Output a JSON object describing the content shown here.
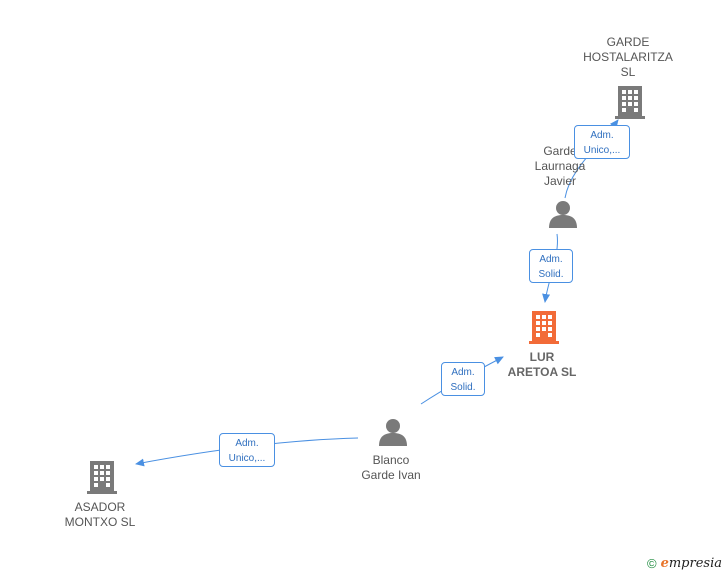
{
  "nodes": {
    "garde_hostalaritza": {
      "label": "GARDE\nHOSTALARITZA\nSL",
      "type": "company",
      "color": "#7a7a7a"
    },
    "garde_laurnaga": {
      "label": "Garde\nLaurnaga\nJavier",
      "type": "person",
      "color": "#7a7a7a"
    },
    "lur_aretoa": {
      "label": "LUR\nARETOA  SL",
      "type": "company",
      "color": "#f26b38",
      "focus": true
    },
    "blanco_garde": {
      "label": "Blanco\nGarde Ivan",
      "type": "person",
      "color": "#7a7a7a"
    },
    "asador_montxo": {
      "label": "ASADOR\nMONTXO  SL",
      "type": "company",
      "color": "#7a7a7a"
    }
  },
  "edges": {
    "e1": {
      "line1": "Adm.",
      "line2": "Unico,..."
    },
    "e2": {
      "line1": "Adm.",
      "line2": "Solid."
    },
    "e3": {
      "line1": "Adm.",
      "line2": "Solid."
    },
    "e4": {
      "line1": "Adm.",
      "line2": "Unico,..."
    }
  },
  "colors": {
    "edge": "#4a90e2"
  },
  "footer": {
    "copyright": "©",
    "brand_initial": "e",
    "brand_rest": "mpresia"
  }
}
